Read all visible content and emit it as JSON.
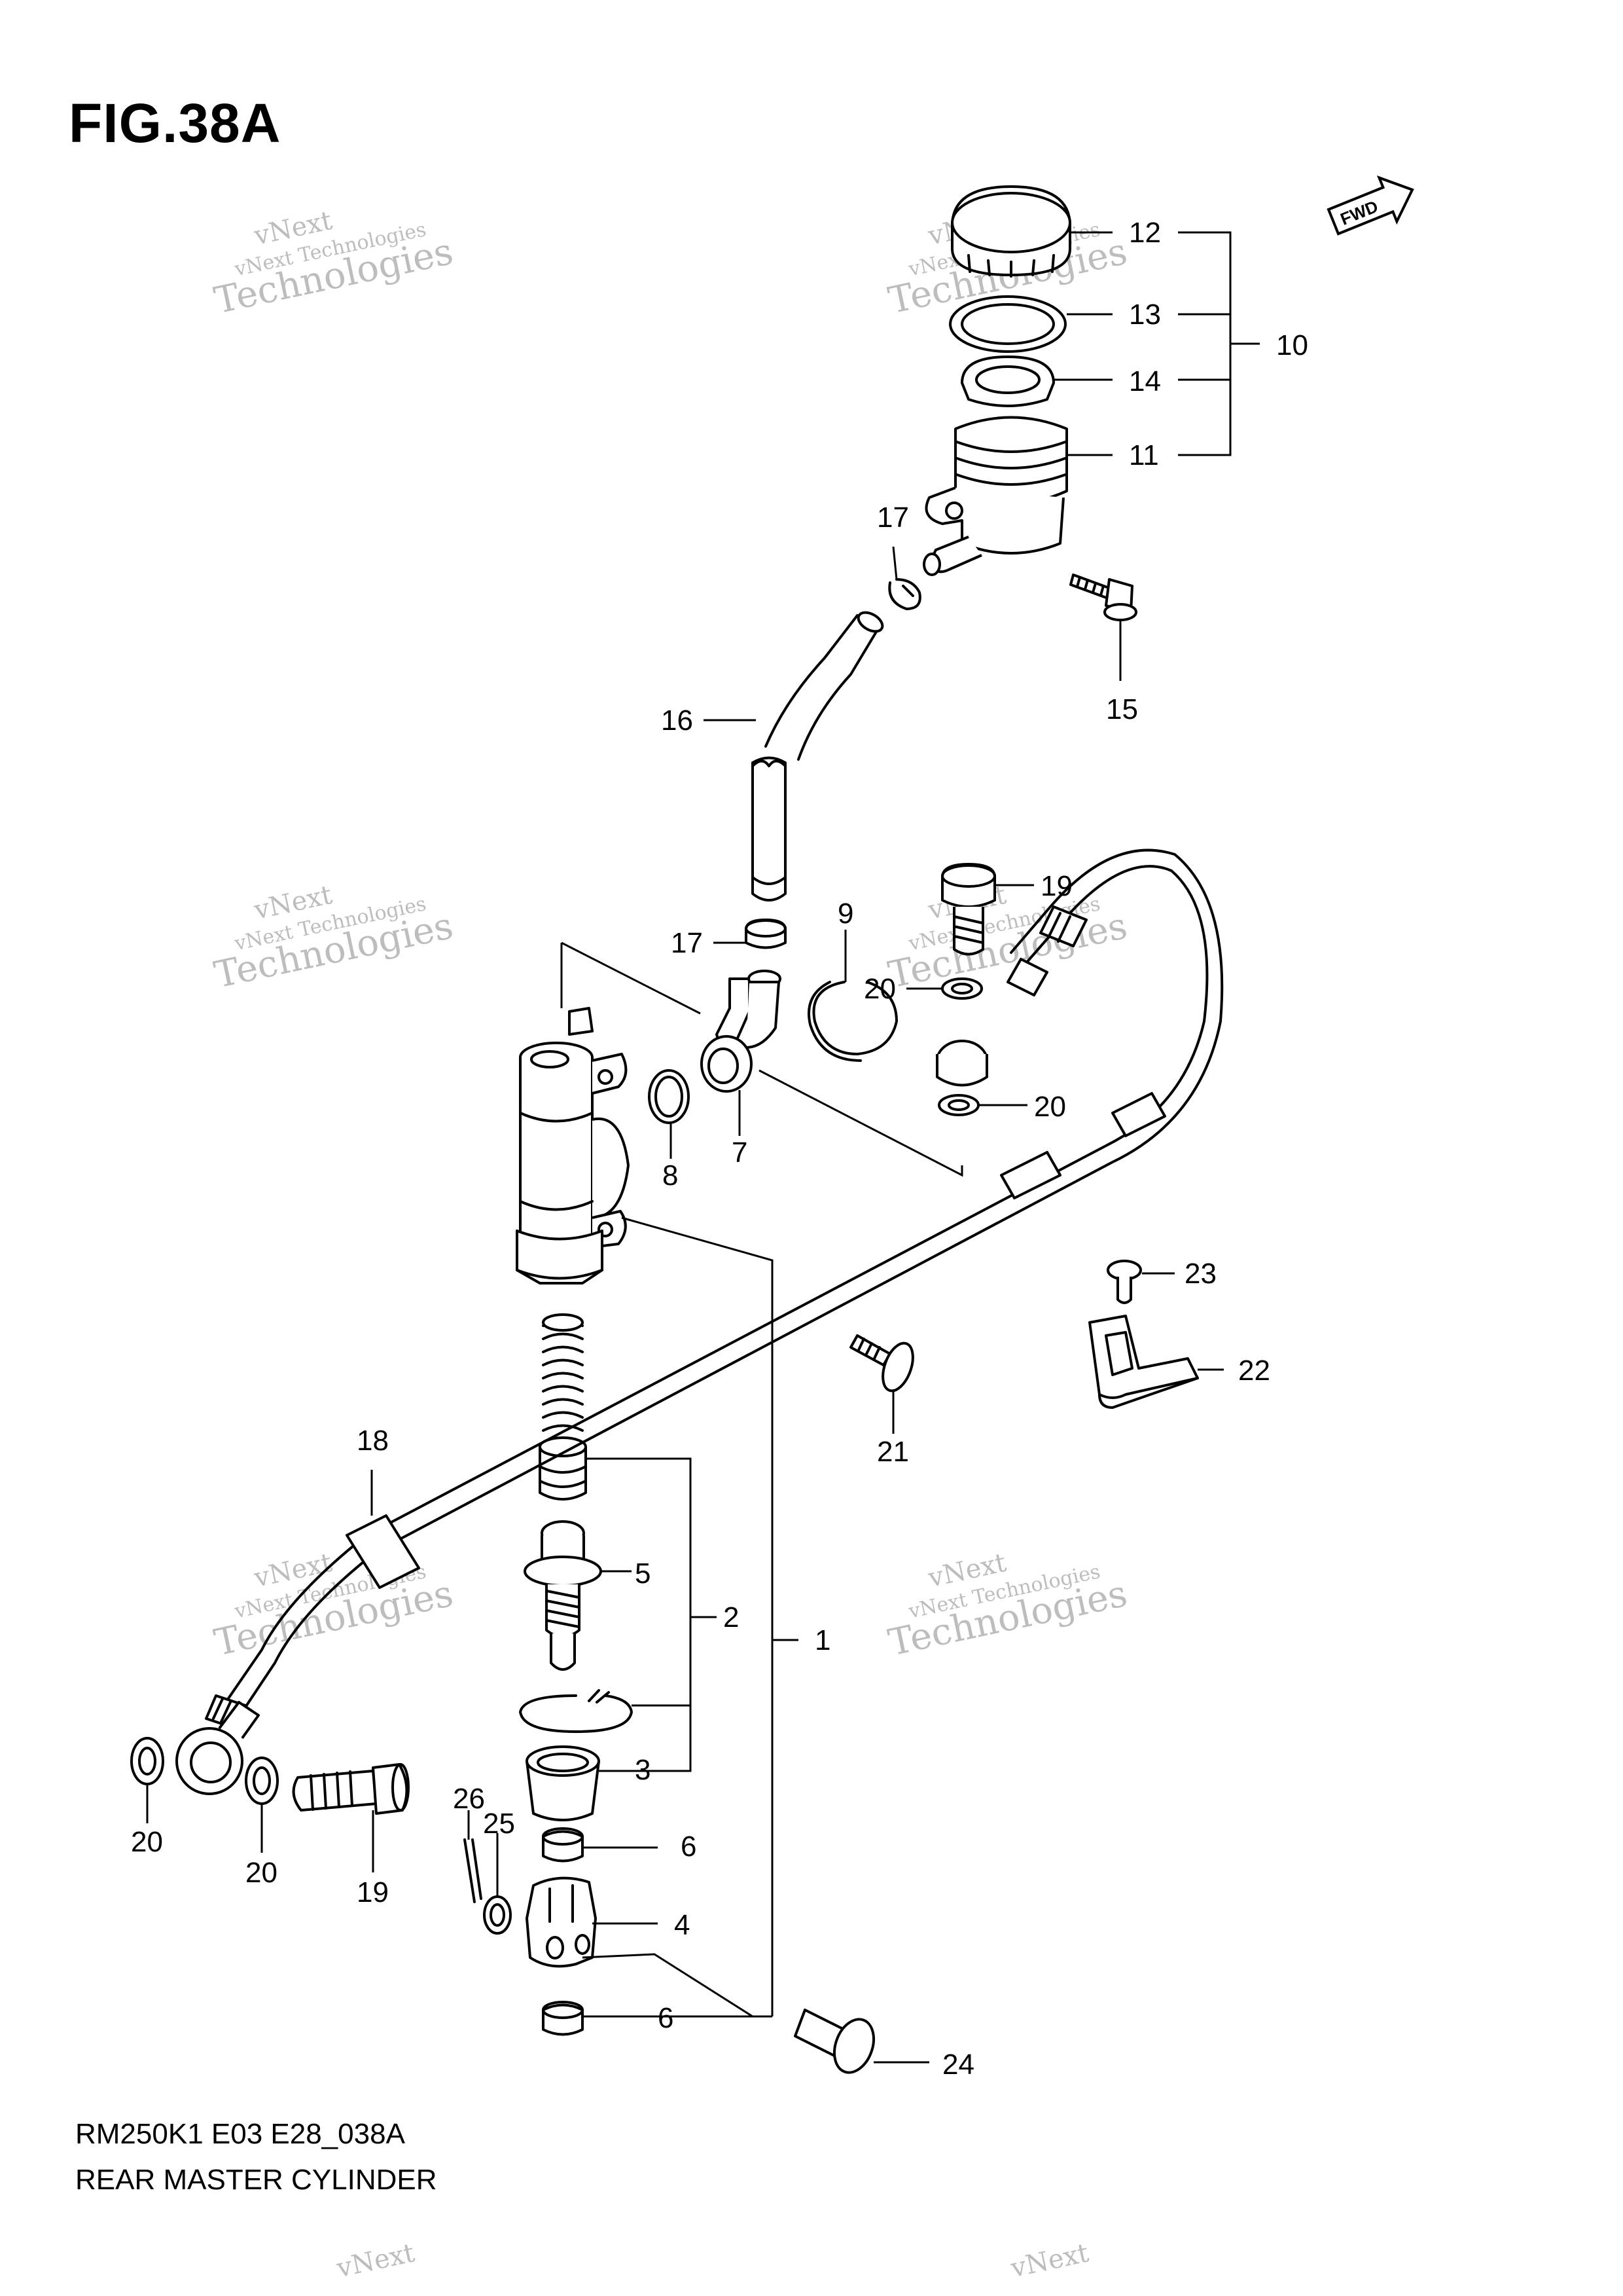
{
  "figure": {
    "title": "FIG.38A",
    "model_code": "RM250K1 E03 E28_038A",
    "name": "REAR MASTER CYLINDER",
    "fwd_label": "FWD"
  },
  "watermark": {
    "line1": "vNext",
    "line2": "vNext Technologies",
    "line3": "Technologies"
  },
  "callouts": {
    "c1": "1",
    "c2": "2",
    "c3": "3",
    "c4": "4",
    "c5": "5",
    "c6a": "6",
    "c6b": "6",
    "c7": "7",
    "c8": "8",
    "c9": "9",
    "c10": "10",
    "c11": "11",
    "c12": "12",
    "c13": "13",
    "c14": "14",
    "c15": "15",
    "c16": "16",
    "c17a": "17",
    "c17b": "17",
    "c18": "18",
    "c19a": "19",
    "c19b": "19",
    "c20a": "20",
    "c20b": "20",
    "c20c": "20",
    "c20d": "20",
    "c21": "21",
    "c22": "22",
    "c23": "23",
    "c24": "24",
    "c25": "25",
    "c26": "26"
  }
}
